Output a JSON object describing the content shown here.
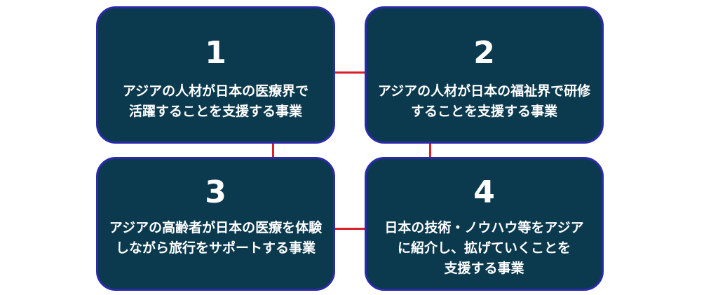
{
  "cards": [
    {
      "number": "1",
      "lines": [
        "アジアの人材が日本の医療界で",
        "活躍することを支援する事業"
      ]
    },
    {
      "number": "2",
      "lines": [
        "アジアの人材が日本の福祉界で研修",
        "することを支援する事業"
      ]
    },
    {
      "number": "3",
      "lines": [
        "アジアの高齢者が日本の医療を体験",
        "しながら旅行をサポートする事業"
      ]
    },
    {
      "number": "4",
      "lines": [
        "日本の技術・ノウハウ等をアジア",
        "に紹介し、拡げていくことを",
        "支援する事業"
      ]
    }
  ],
  "colors": {
    "card_fill": "#0b3a4f",
    "card_border": "#2b2aa8",
    "connector": "#d81f2a",
    "text": "#ffffff"
  }
}
